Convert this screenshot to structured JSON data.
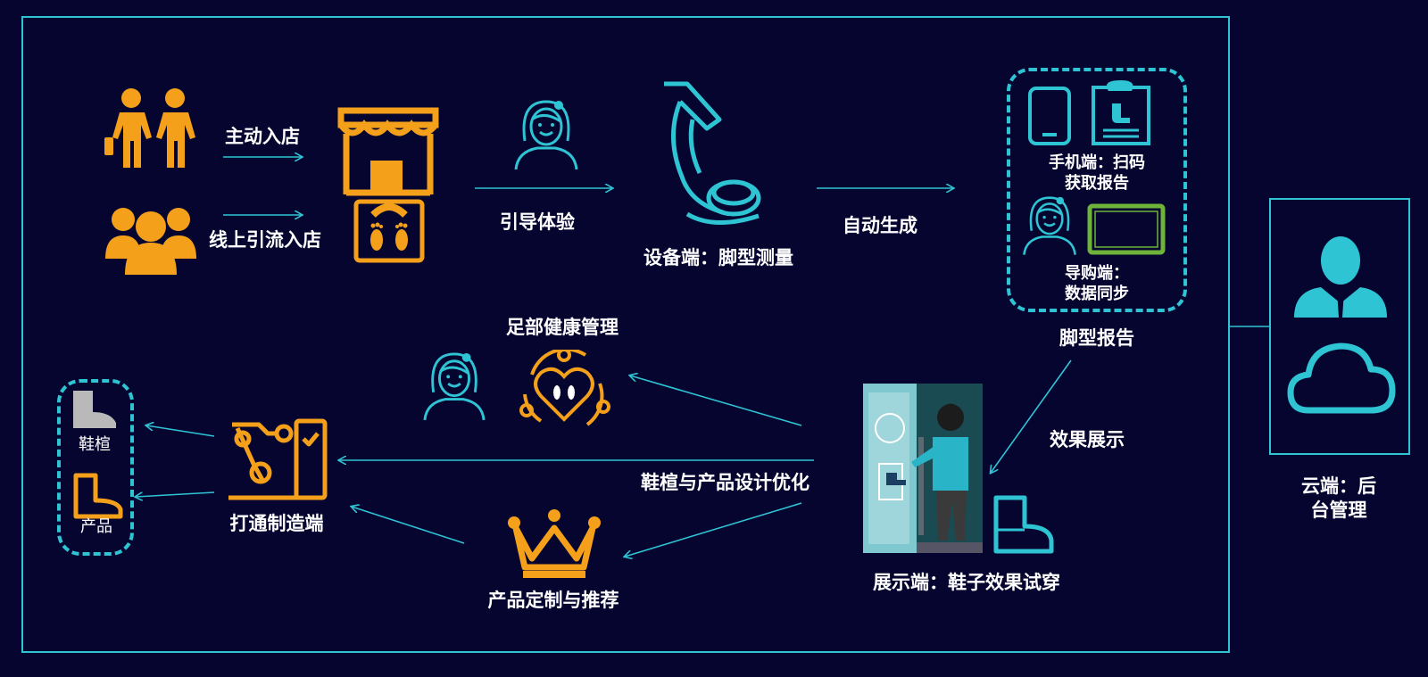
{
  "flow": {
    "active_entry": "主动入店",
    "online_entry": "线上引流入店",
    "guide_experience": "引导体验",
    "device_measure": "设备端：脚型测量",
    "auto_generate": "自动生成",
    "foot_report": "脚型报告",
    "mobile_scan_line1": "手机端：扫码",
    "mobile_scan_line2": "获取报告",
    "guide_sync_line1": "导购端：",
    "guide_sync_line2": "数据同步",
    "effect_show": "效果展示",
    "display_tryon": "展示端：鞋子效果试穿",
    "foot_health": "足部健康管理",
    "last_design": "鞋楦与产品设计优化",
    "custom_recommend": "产品定制与推荐",
    "manufacturing": "打通制造端",
    "shoe_last": "鞋楦",
    "product": "产品",
    "cloud_line1": "云端：后",
    "cloud_line2": "台管理"
  },
  "colors": {
    "background": "#050530",
    "accent_cyan": "#2fc4d4",
    "orange": "#f5a01a",
    "green": "#6fb43a"
  }
}
